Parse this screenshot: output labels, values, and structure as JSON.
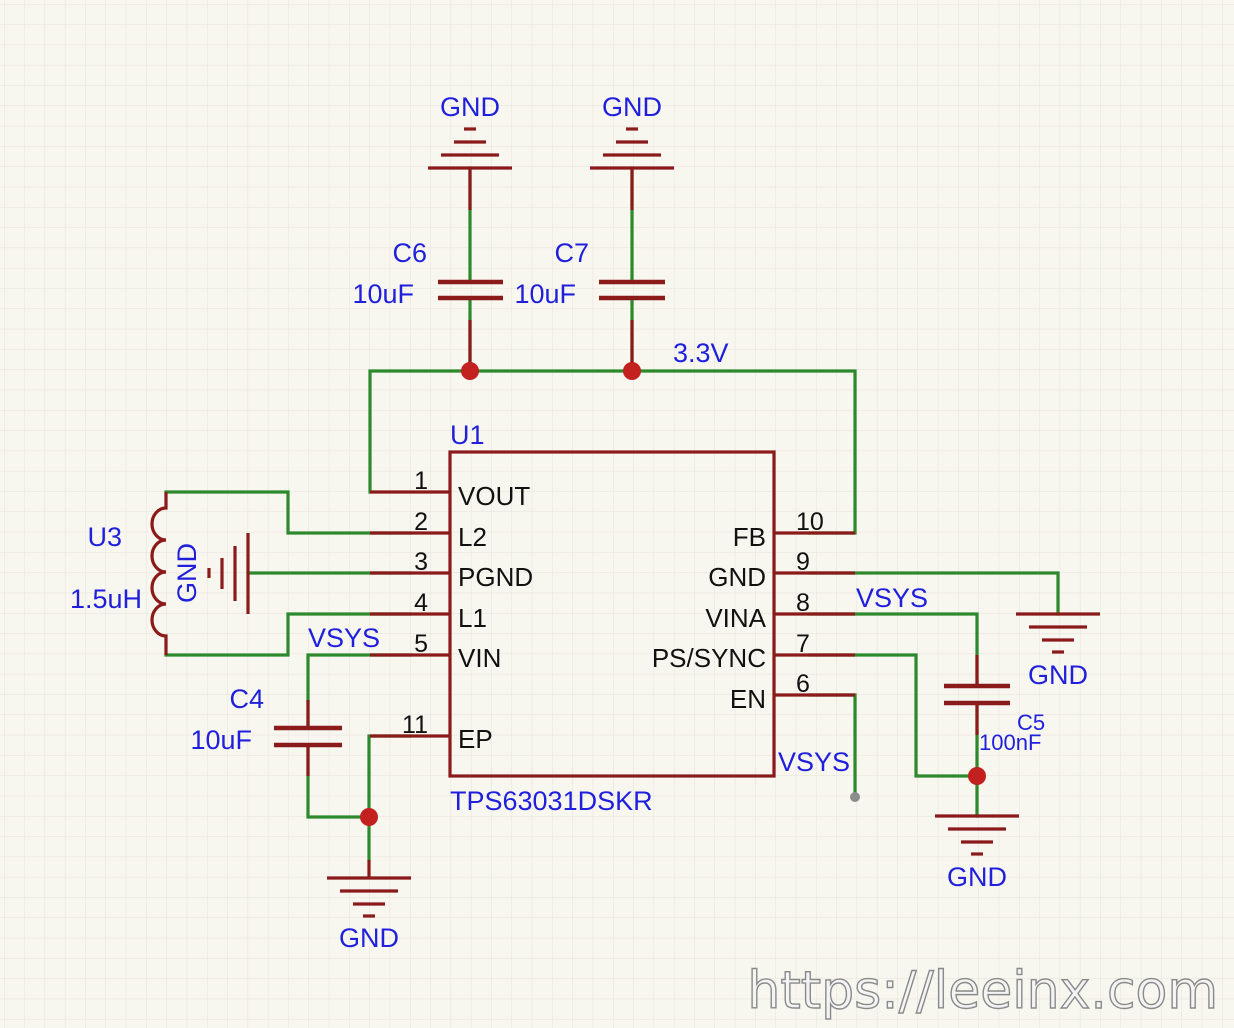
{
  "schematic": {
    "ic": {
      "designator": "U1",
      "part_number": "TPS63031DSKR",
      "pins_left": [
        {
          "num": "1",
          "name": "VOUT"
        },
        {
          "num": "2",
          "name": "L2"
        },
        {
          "num": "3",
          "name": "PGND"
        },
        {
          "num": "4",
          "name": "L1"
        },
        {
          "num": "5",
          "name": "VIN"
        },
        {
          "num": "11",
          "name": "EP"
        }
      ],
      "pins_right": [
        {
          "num": "10",
          "name": "FB"
        },
        {
          "num": "9",
          "name": "GND"
        },
        {
          "num": "8",
          "name": "VINA"
        },
        {
          "num": "7",
          "name": "PS/SYNC"
        },
        {
          "num": "6",
          "name": "EN"
        }
      ]
    },
    "capacitors": [
      {
        "ref": "C6",
        "value": "10uF"
      },
      {
        "ref": "C7",
        "value": "10uF"
      },
      {
        "ref": "C4",
        "value": "10uF"
      },
      {
        "ref": "C5",
        "value": "100nF"
      }
    ],
    "inductor": {
      "ref": "U3",
      "value": "1.5uH"
    },
    "nets": {
      "gnd": "GND",
      "out": "3.3V",
      "vsys": "VSYS"
    }
  },
  "watermark": "https://leeinx.com",
  "colors": {
    "wire": "#2c8a2c",
    "component": "#8b1a1a",
    "label": "#1f1fdc",
    "junction": "#c32020",
    "grid": "#e5e3da",
    "background": "#f7f6ef"
  }
}
